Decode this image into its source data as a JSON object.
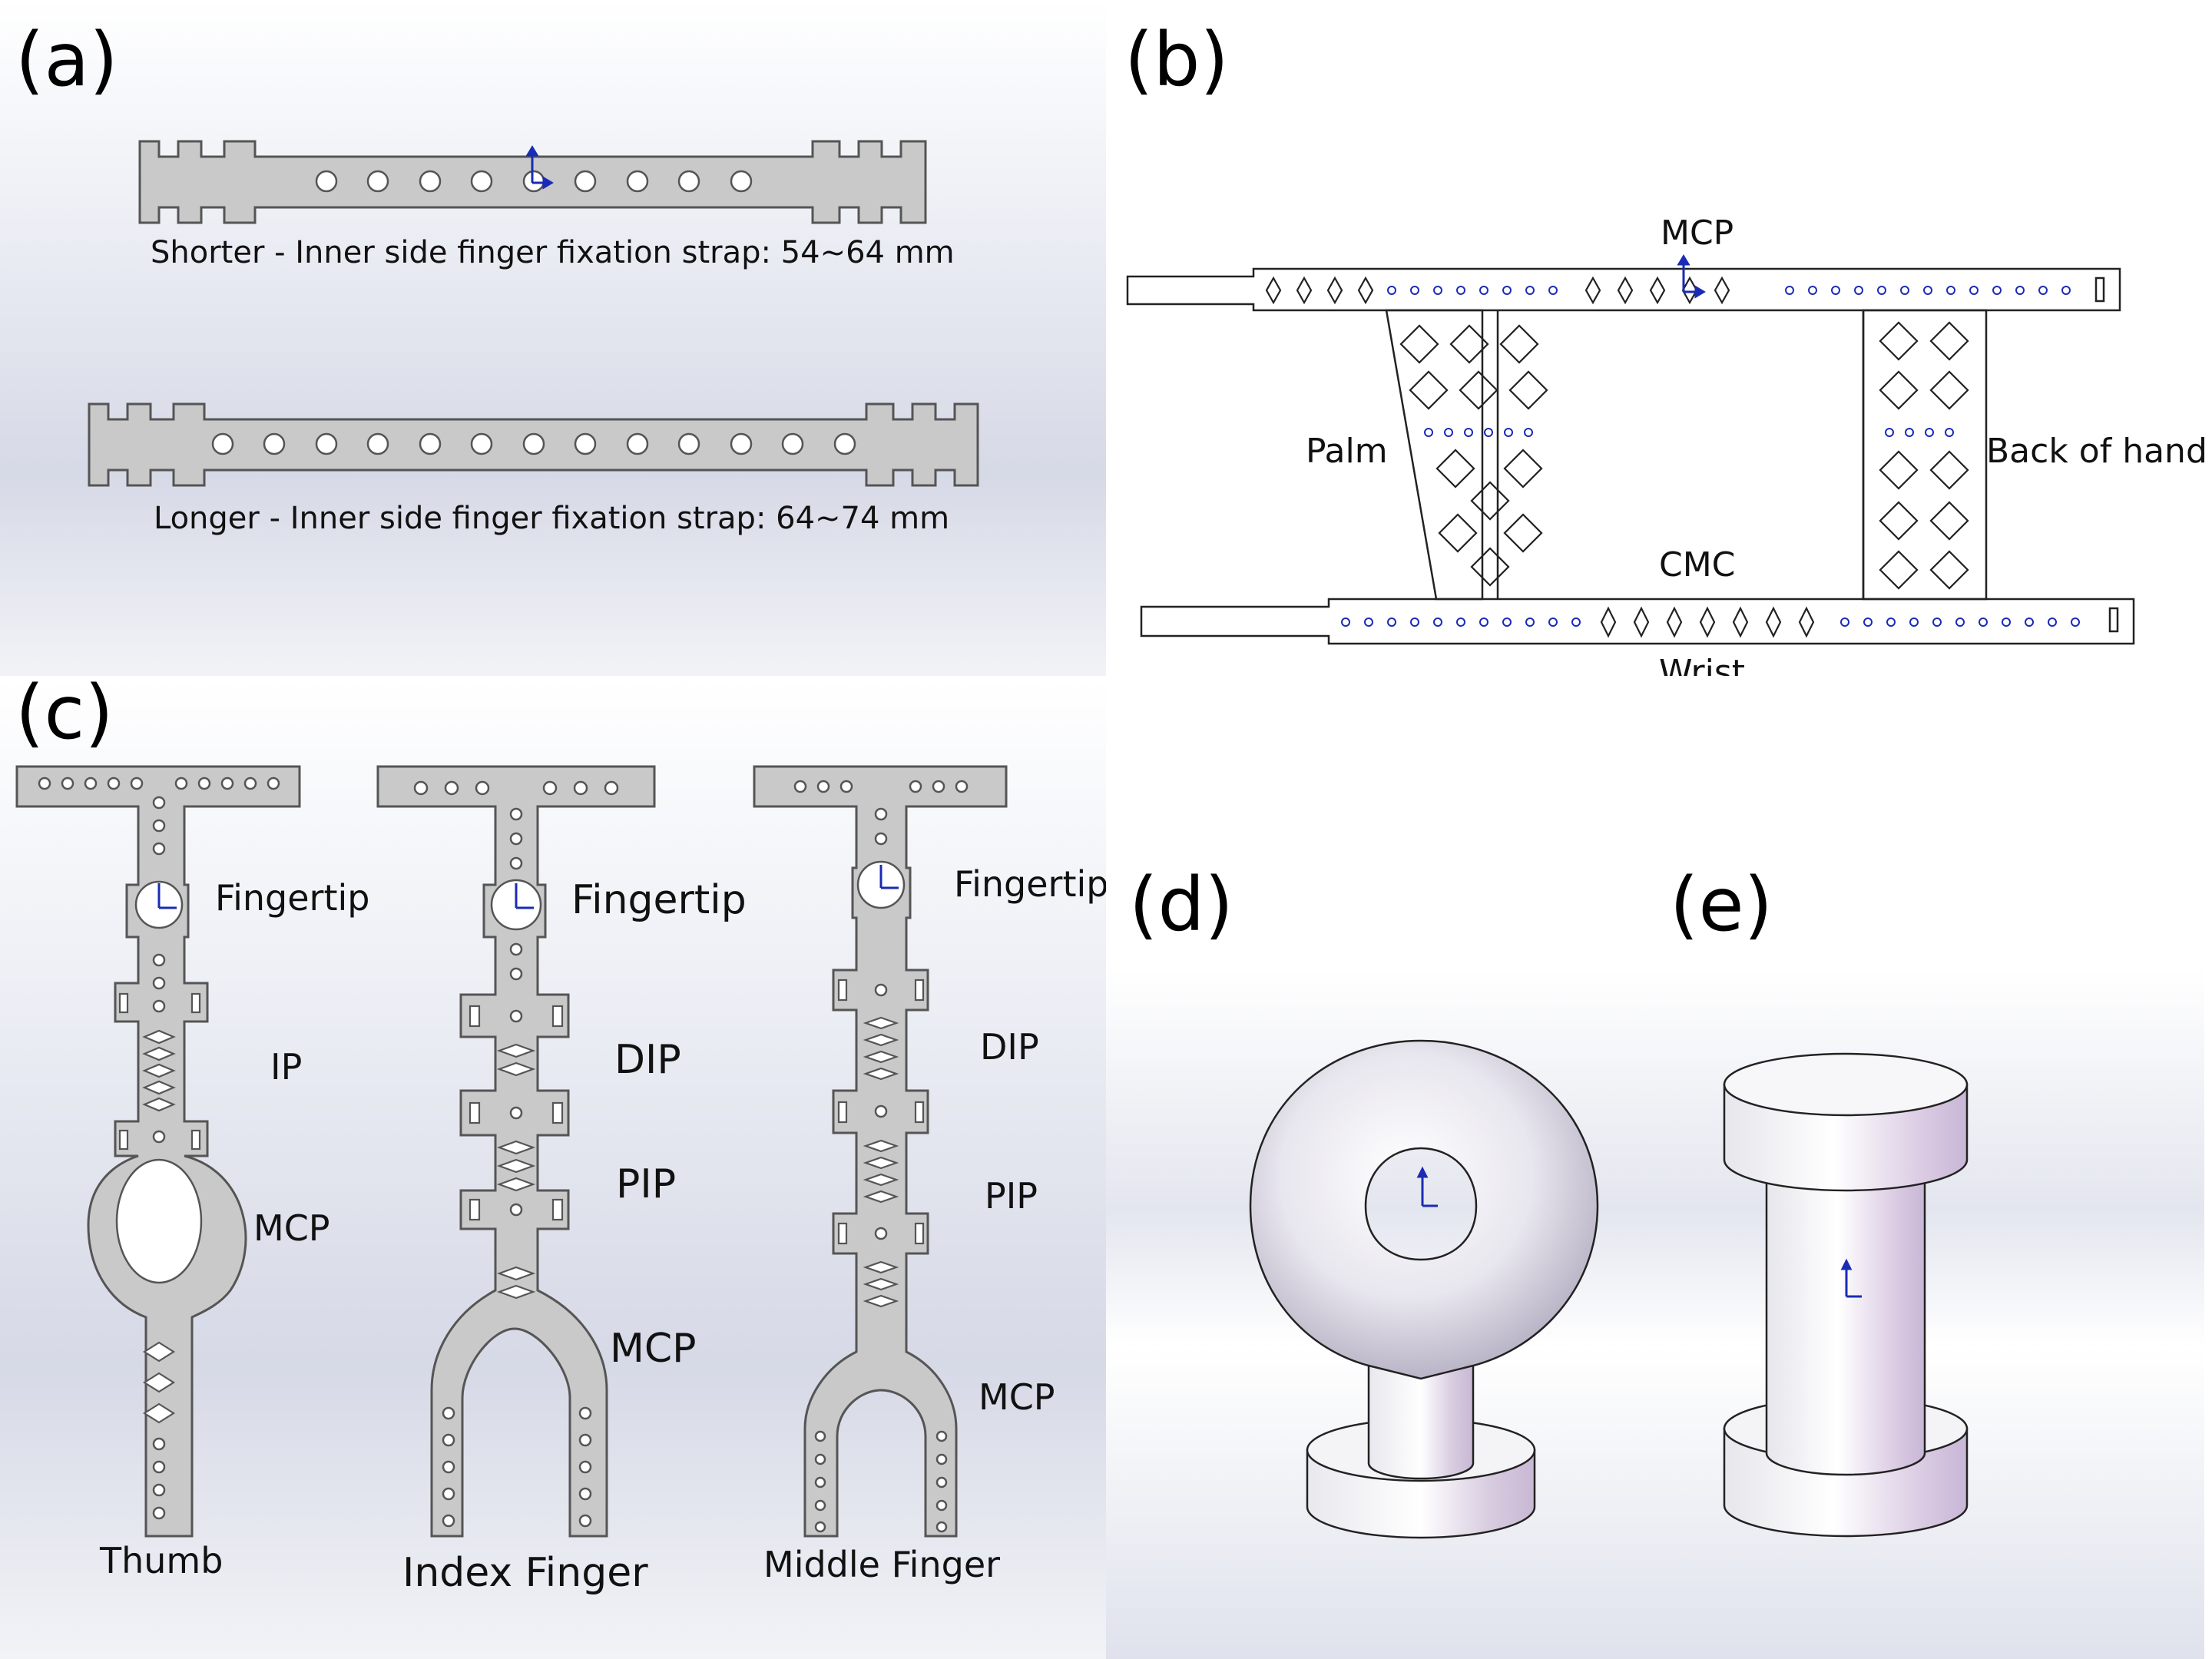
{
  "panels": {
    "a": {
      "label": "(a)",
      "caption_short": "Shorter - Inner side finger fixation strap: 54~64 mm",
      "caption_long": "Longer - Inner side finger fixation strap: 64~74 mm"
    },
    "b": {
      "label": "(b)",
      "mcp": "MCP",
      "palm": "Palm",
      "back": "Back of hand",
      "cmc": "CMC",
      "wrist": "Wrist"
    },
    "c": {
      "label": "(c)",
      "thumb": {
        "fingertip": "Fingertip",
        "ip": "IP",
        "mcp": "MCP",
        "name": "Thumb"
      },
      "index": {
        "fingertip": "Fingertip",
        "dip": "DIP",
        "pip": "PIP",
        "mcp": "MCP",
        "name": "Index Finger"
      },
      "middle": {
        "fingertip": "Fingertip",
        "dip": "DIP",
        "pip": "PIP",
        "mcp": "MCP",
        "name": "Middle Finger"
      }
    },
    "d": {
      "label": "(d)"
    },
    "e": {
      "label": "(e)"
    }
  },
  "colors": {
    "part_fill": "#c9c9c9",
    "part_stroke": "#555555",
    "axis": "#1a2bb5"
  }
}
